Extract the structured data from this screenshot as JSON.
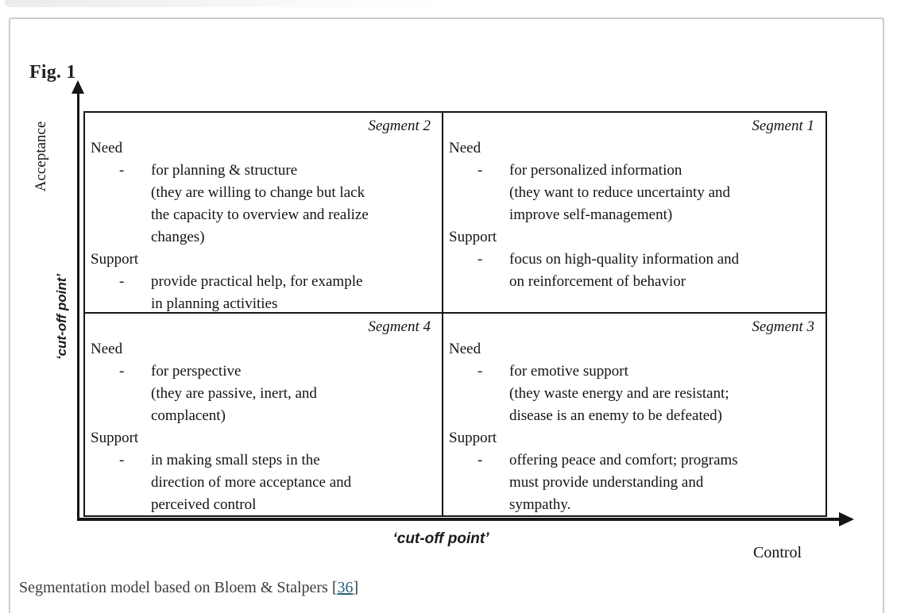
{
  "page": {
    "figure_label": "Fig. 1",
    "caption": {
      "text_before_link": "Segmentation model based on Bloem & Stalpers [",
      "link_text": "36",
      "text_after_link": "]"
    }
  },
  "figure": {
    "bullet_marker": "-",
    "axes": {
      "y_label": "Acceptance",
      "y_cutoff_label": "‘cut-off point’",
      "x_cutoff_label": "‘cut-off point’",
      "x_label": "Control"
    },
    "quadrants": [
      {
        "position": "top-left",
        "title": "Segment 2",
        "need": {
          "label": "Need",
          "text": "for planning & structure\n(they are willing to change but lack\nthe capacity to overview and realize\nchanges)"
        },
        "support": {
          "label": "Support",
          "text": "provide practical help, for example\nin planning activities"
        }
      },
      {
        "position": "top-right",
        "title": "Segment 1",
        "need": {
          "label": "Need",
          "text": "for personalized information\n(they want to reduce uncertainty and\nimprove self-management)"
        },
        "support": {
          "label": "Support",
          "text": "focus on high-quality information and\non reinforcement of behavior"
        }
      },
      {
        "position": "bottom-left",
        "title": "Segment 4",
        "need": {
          "label": "Need",
          "text": "for perspective\n(they are passive, inert, and\ncomplacent)"
        },
        "support": {
          "label": "Support",
          "text": "in making small steps in the\ndirection of more acceptance and\nperceived control"
        }
      },
      {
        "position": "bottom-right",
        "title": "Segment 3",
        "need": {
          "label": "Need",
          "text": "for emotive support\n(they waste energy and are resistant;\ndisease is an enemy to be defeated)"
        },
        "support": {
          "label": "Support",
          "text": "offering peace and comfort; programs\nmust provide understanding and\nsympathy."
        }
      }
    ]
  },
  "colors": {
    "diagram_line": "#161616",
    "card_border": "#cbcbcb",
    "caption_text": "#3d3d3d",
    "link": "#26607f"
  }
}
